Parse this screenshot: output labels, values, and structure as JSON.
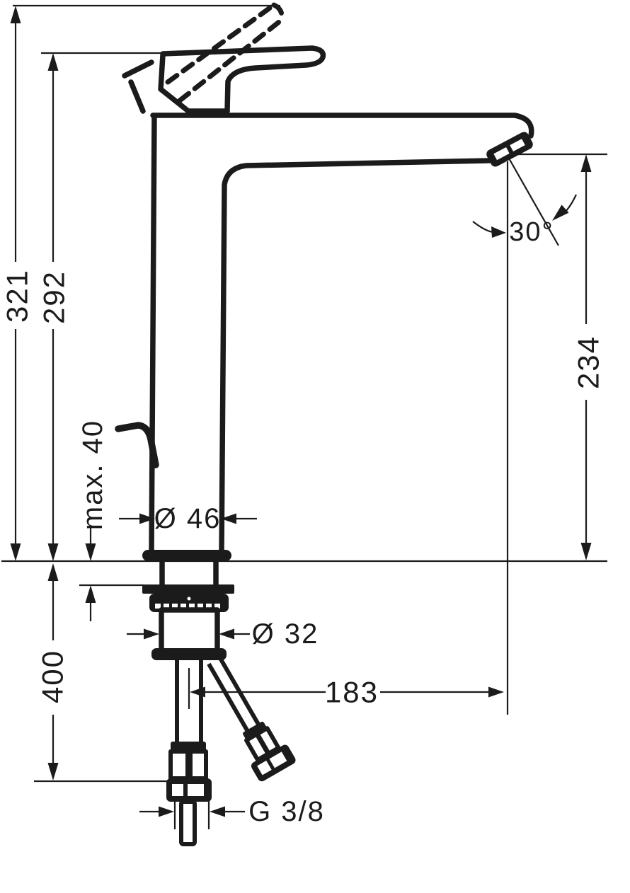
{
  "page": {
    "background": "#ffffff",
    "line_color": "#1b1b1b"
  },
  "drawing": {
    "type": "technical-dimension-drawing",
    "labels": {
      "overall_height": "321",
      "height_to_spout_top": "292",
      "max_mounting_thickness": "max. 40",
      "body_diameter": "Ø 46",
      "spray_angle": "30°",
      "spout_outlet_height": "234",
      "hose_length": "400",
      "shank_diameter": "Ø 32",
      "spout_reach": "183",
      "connection_thread": "G 3/8"
    }
  }
}
